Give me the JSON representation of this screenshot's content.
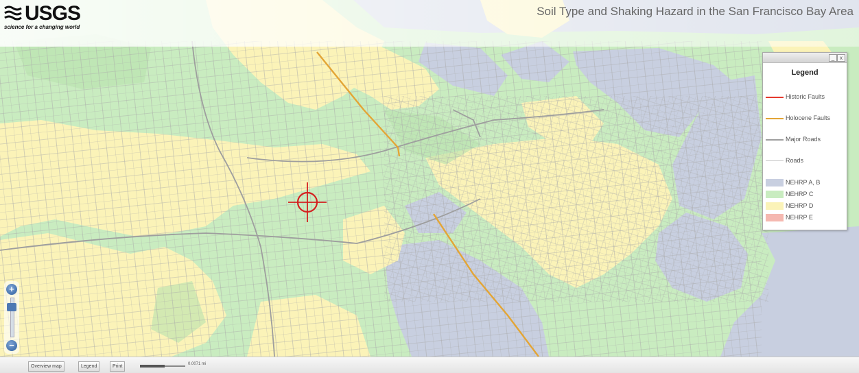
{
  "header": {
    "logo_text": "USGS",
    "logo_tagline": "science for a changing world",
    "title": "Soil Type and Shaking Hazard in the San Francisco Bay Area"
  },
  "map": {
    "background_color": "#c9ecc0",
    "target_marker": "crosshair-icon",
    "colors": {
      "nehrp_ab": "#c8cfe0",
      "nehrp_c": "#c9ecc0",
      "nehrp_d": "#fbf3b8",
      "nehrp_e": "#f5b8b0",
      "historic_fault": "#e53a2e",
      "holocene_fault": "#e3a536",
      "major_road": "#9e9e9e",
      "road": "#b8b8b8",
      "marker": "#d42020"
    }
  },
  "legend": {
    "title": "Legend",
    "controls": [
      "_",
      "x"
    ],
    "items": [
      {
        "label": "Historic Faults",
        "kind": "line",
        "color": "#e53a2e"
      },
      {
        "label": "Holocene Faults",
        "kind": "line",
        "color": "#e3a536"
      },
      {
        "label": "Major Roads",
        "kind": "line",
        "color": "#9e9e9e"
      },
      {
        "label": "Roads",
        "kind": "line",
        "color": "#c8c8c8"
      },
      {
        "label": "NEHRP A, B",
        "kind": "fill",
        "color": "#c8cfe0"
      },
      {
        "label": "NEHRP C",
        "kind": "fill",
        "color": "#c9ecc0"
      },
      {
        "label": "NEHRP D",
        "kind": "fill",
        "color": "#fbf3b8"
      },
      {
        "label": "NEHRP E",
        "kind": "fill",
        "color": "#f5b8b0"
      }
    ]
  },
  "zoom": {
    "in_label": "+",
    "out_label": "−"
  },
  "toolbar": {
    "overview_label": "Overview map",
    "legend_label": "Legend",
    "print_label": "Print",
    "scale_label": "0.0071 mi"
  }
}
